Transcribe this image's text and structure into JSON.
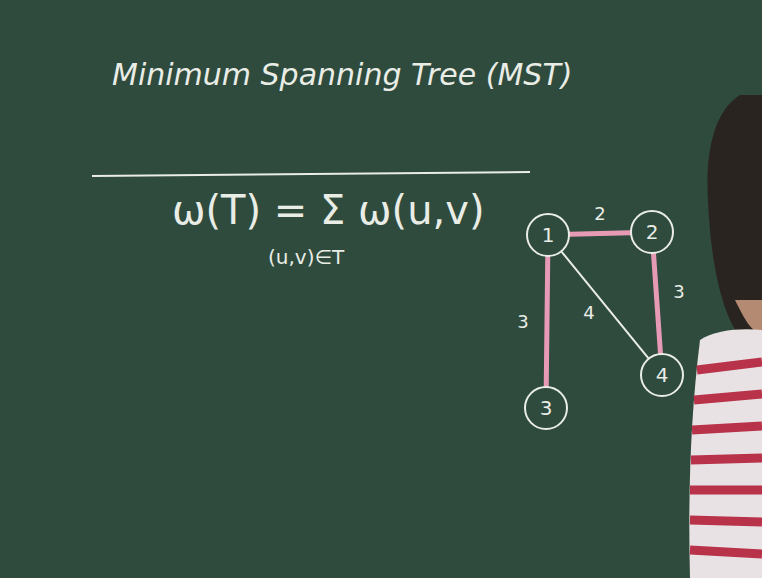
{
  "diagram": {
    "title": "Minimum Spanning Tree (MST)",
    "nodes": [
      {
        "text": [
          "1"
        ]
      },
      {
        "text": [
          "2"
        ]
      },
      {
        "text": [
          "3"
        ]
      },
      {
        "text": [
          "4"
        ]
      }
    ],
    "edges": [
      {
        "from": 0,
        "to": 1,
        "arrow": "none",
        "label": "2"
      },
      {
        "from": 1,
        "to": 3,
        "arrow": "none",
        "label": "3"
      },
      {
        "from": 0,
        "to": 3,
        "arrow": "none",
        "label": "4"
      },
      {
        "from": 0,
        "to": 2,
        "arrow": "none",
        "label": "3"
      }
    ],
    "labels": [
      "ω(T) = Σ ω(u,v)",
      "(u,v)∈T"
    ]
  }
}
